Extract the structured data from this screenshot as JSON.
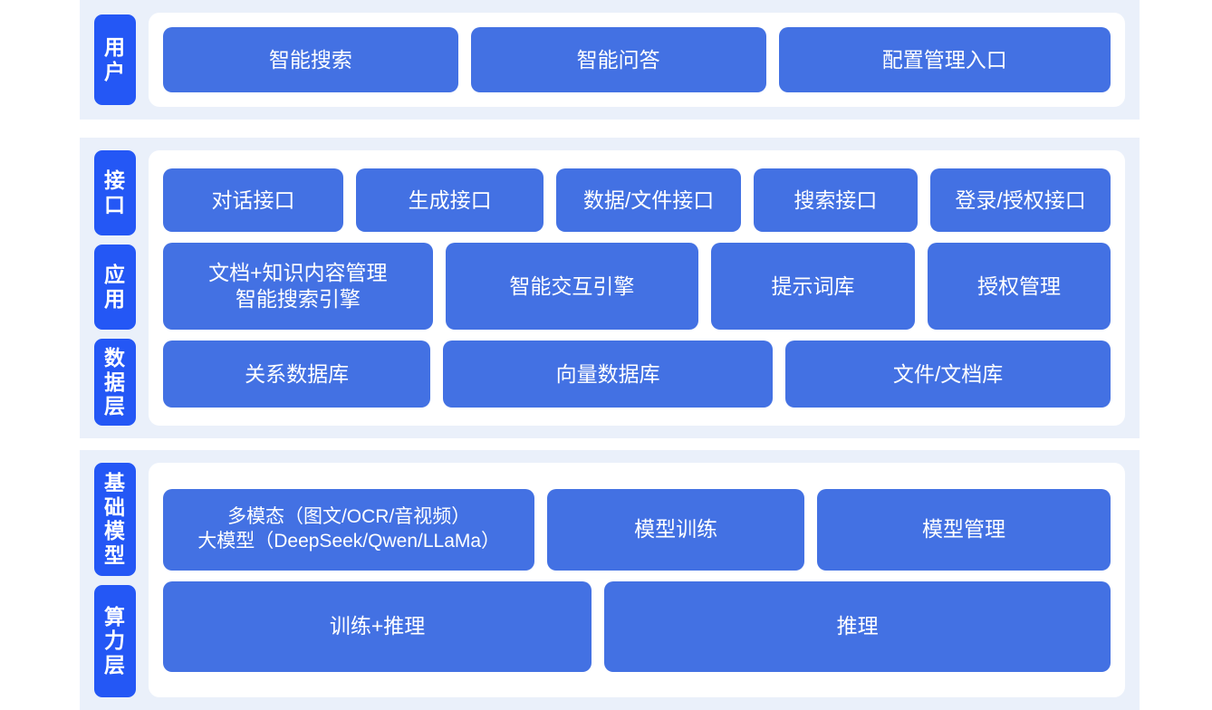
{
  "colors": {
    "band_background": "#EAF0FA",
    "panel_background": "#FFFFFF",
    "card_blue": "#4371E3",
    "tab_blue": "#2457F5",
    "card_text": "#FFFFFF",
    "page_background": "#FFFFFF"
  },
  "bands": [
    {
      "id": "user",
      "tabs": [
        {
          "label": "用户"
        }
      ],
      "rows": [
        {
          "id": "user-entries",
          "cards": [
            {
              "label": "智能搜索",
              "flex": 3
            },
            {
              "label": "智能问答",
              "flex": 3
            },
            {
              "label": "配置管理入口",
              "flex": 3.4
            }
          ]
        }
      ]
    },
    {
      "id": "application",
      "tabs": [
        {
          "label": "接口"
        },
        {
          "label": "应用"
        },
        {
          "label": "数据层"
        }
      ],
      "rows": [
        {
          "id": "api-row",
          "cards": [
            {
              "label": "对话接口",
              "flex": 2.05
            },
            {
              "label": "生成接口",
              "flex": 2.15
            },
            {
              "label": "数据/文件接口",
              "flex": 2.1
            },
            {
              "label": "搜索接口",
              "flex": 1.85
            },
            {
              "label": "登录/授权接口",
              "flex": 2.05
            }
          ]
        },
        {
          "id": "app-row",
          "cards": [
            {
              "label": "文档+知识内容管理\n智能搜索引擎",
              "flex": 3.05
            },
            {
              "label": "智能交互引擎",
              "flex": 2.85
            },
            {
              "label": "提示词库",
              "flex": 2.25
            },
            {
              "label": "授权管理",
              "flex": 2.0
            }
          ]
        },
        {
          "id": "data-row",
          "cards": [
            {
              "label": "关系数据库",
              "flex": 2.8
            },
            {
              "label": "向量数据库",
              "flex": 3.5
            },
            {
              "label": "文件/文档库",
              "flex": 3.45
            }
          ]
        }
      ]
    },
    {
      "id": "infrastructure",
      "tabs": [
        {
          "label": "基础模型"
        },
        {
          "label": "算力层"
        }
      ],
      "rows": [
        {
          "id": "model-row",
          "cards": [
            {
              "label": "多模态（图文/OCR/音视频）\n大模型（DeepSeek/Qwen/LLaMa）",
              "flex": 3.85,
              "small": true
            },
            {
              "label": "模型训练",
              "flex": 2.6
            },
            {
              "label": "模型管理",
              "flex": 3.0
            }
          ]
        },
        {
          "id": "power-row",
          "cards": [
            {
              "label": "训练+推理",
              "flex": 4.5
            },
            {
              "label": "推理",
              "flex": 5.35
            }
          ]
        }
      ]
    }
  ]
}
